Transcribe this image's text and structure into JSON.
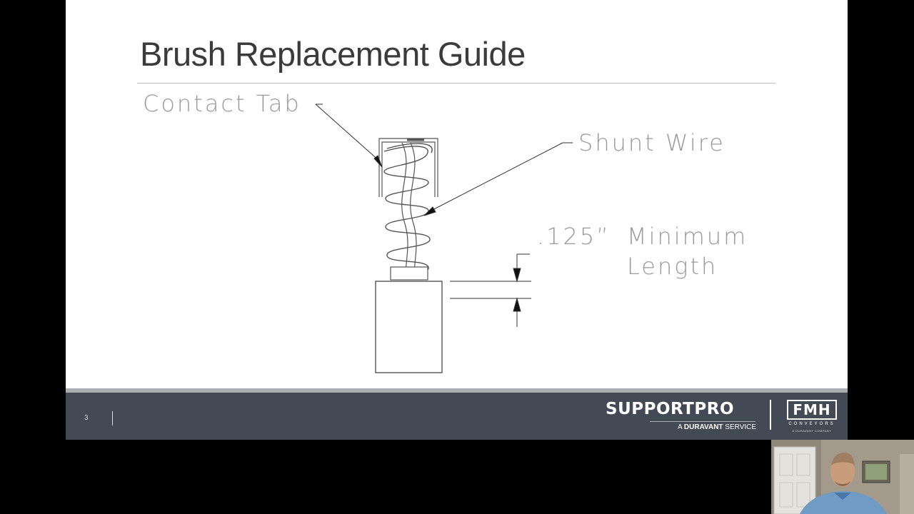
{
  "slide": {
    "title": "Brush Replacement Guide",
    "page_number": "3",
    "labels": {
      "contact_tab": "Contact Tab",
      "shunt_wire": "Shunt Wire",
      "min_value": ".125”",
      "min_word": "Minimum",
      "min_word2": "Length"
    }
  },
  "footer": {
    "brand": "SUPPORTPRO",
    "brand_sub_prefix": "A ",
    "brand_sub_bold": "DURAVANT",
    "brand_sub_suffix": " SERVICE",
    "partner": "FMH",
    "partner_sub": "CONVEYORS",
    "partner_sub2": "A DURAVANT COMPANY"
  },
  "colors": {
    "footer_bg": "#434a55",
    "footer_strip": "#a9adb2",
    "title_text": "#3b3b3b",
    "diagram_label": "#9a9a9a"
  }
}
